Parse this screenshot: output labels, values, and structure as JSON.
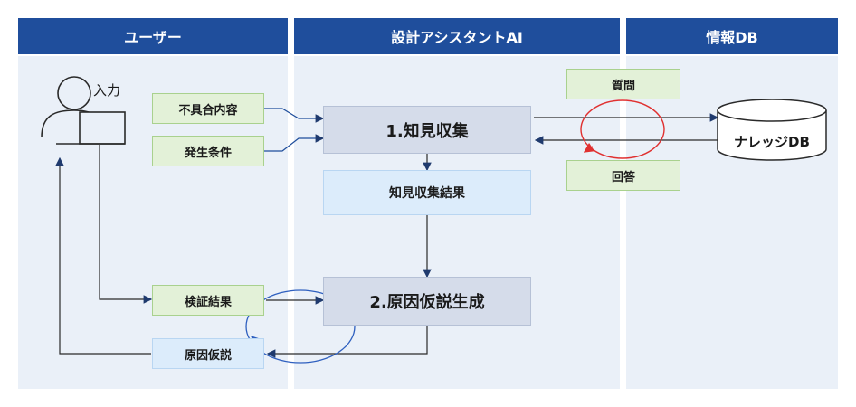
{
  "lanes": {
    "user": "ユーザー",
    "ai": "設計アシスタントAI",
    "db": "情報DB"
  },
  "user": {
    "input_label": "入力"
  },
  "inputs": {
    "defect": "不具合内容",
    "condition": "発生条件",
    "verification": "検証結果",
    "hypothesis": "原因仮説"
  },
  "process": {
    "step1": "1.知見収集",
    "step1_result": "知見収集結果",
    "step2": "2.原因仮説生成"
  },
  "db": {
    "query": "質問",
    "answer": "回答",
    "knowledge_db": "ナレッジDB"
  },
  "colors": {
    "header": "#1f4e9c",
    "lane": "#eaf0f8",
    "loop_red": "#e03030",
    "loop_blue": "#2e5fbf",
    "arrow_blue": "#1f4e9c"
  }
}
